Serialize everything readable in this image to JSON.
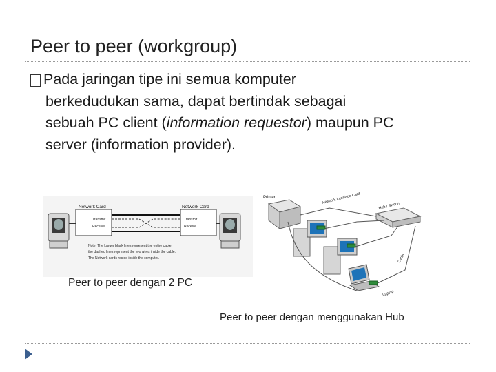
{
  "slide": {
    "title": "Peer to peer (workgroup)",
    "bullet_line1": "Pada jaringan tipe ini semua komputer",
    "bullet_line2": "berkedudukan sama, dapat bertindak sebagai",
    "bullet_line3_a": "sebuah PC client (",
    "bullet_line3_em": "information requestor",
    "bullet_line3_b": ") maupun PC",
    "bullet_line4": "server (information provider)."
  },
  "figure_left": {
    "label_left": "Network Card",
    "label_right": "Network Card",
    "tx_left": "Transmit",
    "rx_left": "Receive",
    "tx_right": "Transmit",
    "rx_right": "Receive",
    "note1": "Note: The Larger black lines represent the entire cable.",
    "note2": "the dashed lines represent the two wires inside the cable.",
    "note3": "The Network cards reside inside the computer.",
    "caption": "Peer to peer dengan 2 PC"
  },
  "figure_right": {
    "label_printer": "Printer",
    "label_card": "Network Interface Card",
    "label_hub": "Hub / Switch",
    "label_cable": "Cable",
    "label_laptop": "Laptop",
    "caption": "Peer to peer dengan menggunakan Hub"
  }
}
